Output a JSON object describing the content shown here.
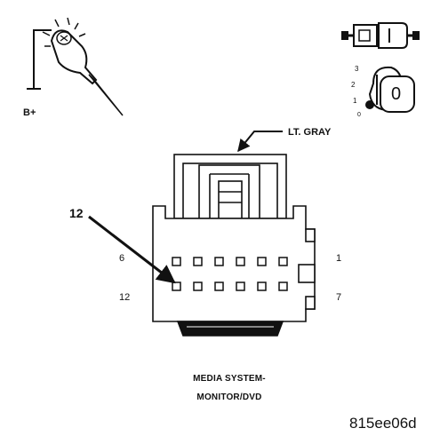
{
  "probe": {
    "label": "B+"
  },
  "position_dial": {
    "numbers": [
      "3",
      "2",
      "1",
      "0"
    ],
    "key_label": "0"
  },
  "connector": {
    "color_label": "LT. GRAY",
    "callout": "12",
    "pin_labels": {
      "top_left": "6",
      "top_right": "1",
      "bottom_left": "12",
      "bottom_right": "7"
    },
    "pins_per_row": 6
  },
  "caption": {
    "line1": "MEDIA SYSTEM-",
    "line2": "MONITOR/DVD"
  },
  "figure_code": "815ee06d"
}
